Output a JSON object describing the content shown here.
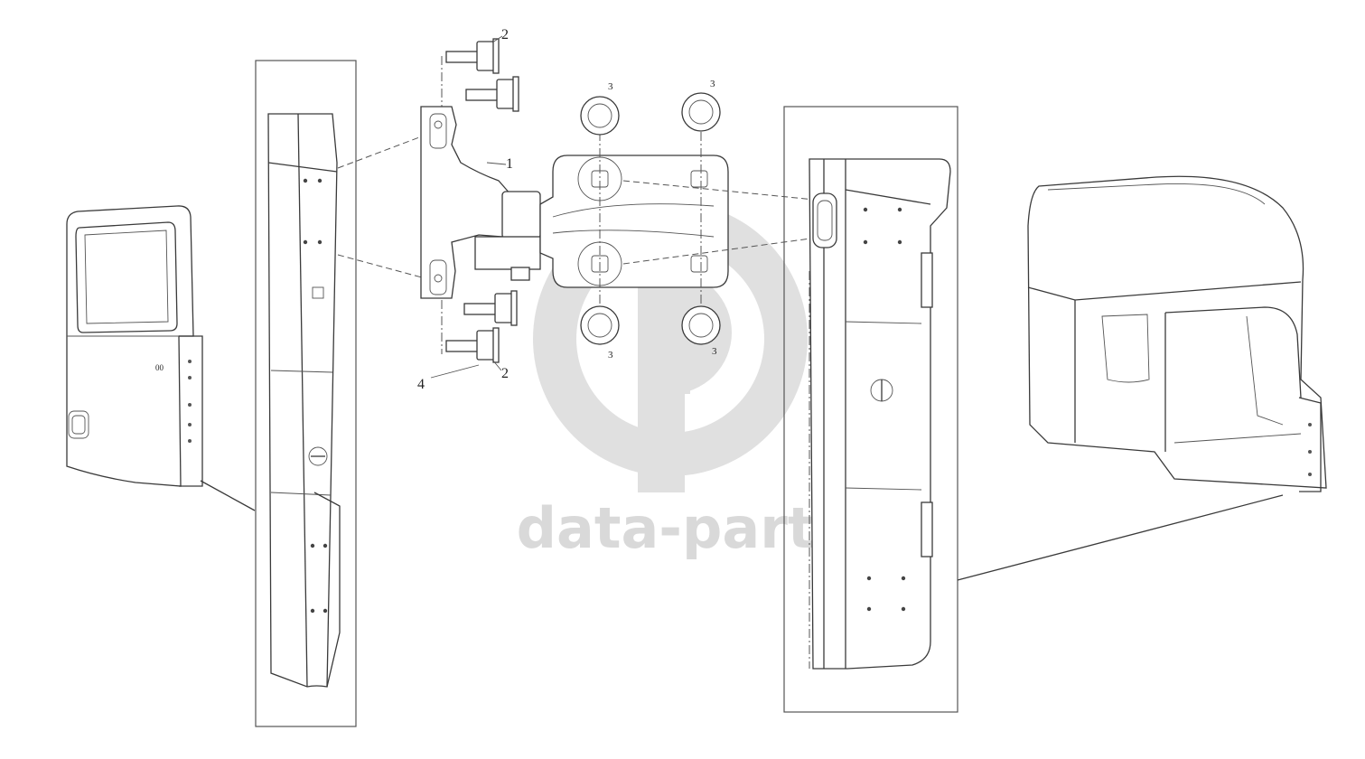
{
  "diagram": {
    "callouts": {
      "hinge": "1",
      "bolt_top": "2",
      "bolt_bottom": "2",
      "nut_top_left": "3",
      "nut_top_right": "3",
      "nut_bottom_left": "3",
      "nut_bottom_right": "3",
      "washer": "4"
    },
    "watermark": {
      "text": "data-parts",
      "color": "#d0d0d0"
    },
    "colors": {
      "line": "#3a3a3a",
      "background": "#ffffff"
    }
  }
}
